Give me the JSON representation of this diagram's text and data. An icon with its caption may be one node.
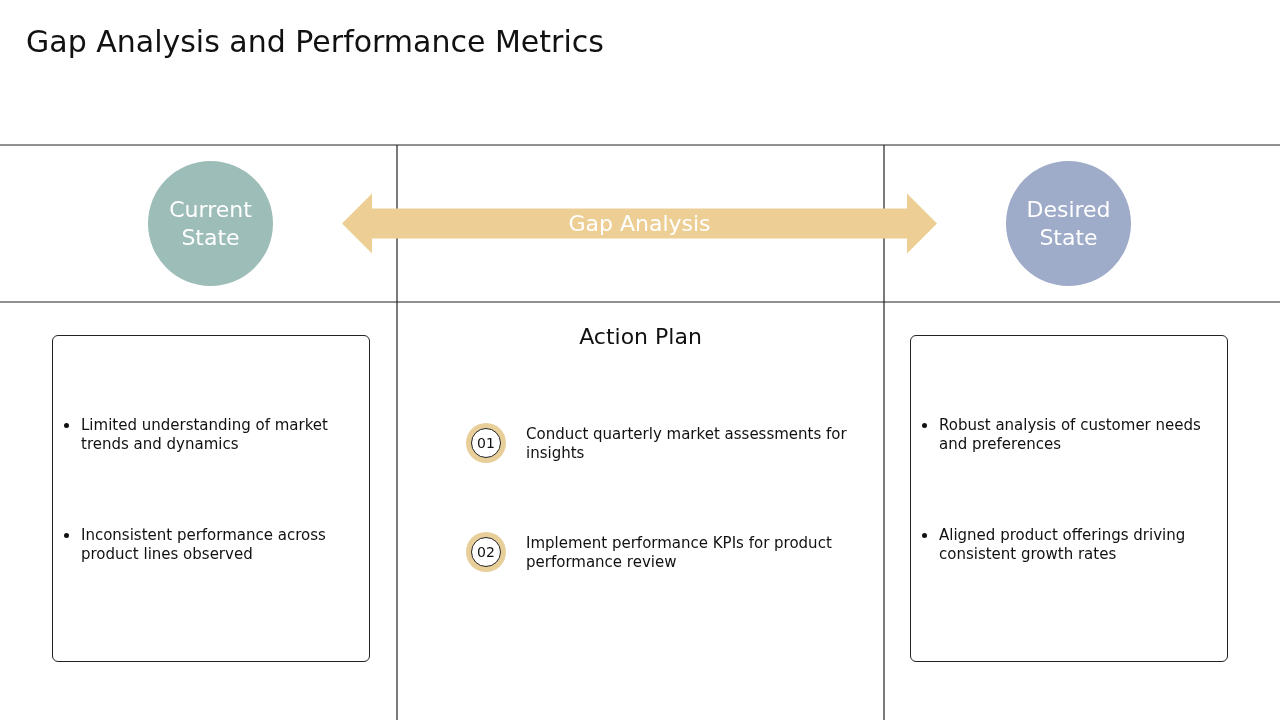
{
  "diagram": {
    "title": "Gap Analysis and Performance Metrics",
    "nodes": [
      {
        "text": [
          "Current State"
        ]
      },
      {
        "text": [
          "Desired State"
        ]
      },
      {
        "text": [
          "Limited understanding of market trends and dynamics",
          "Inconsistent performance across product lines observed"
        ]
      },
      {
        "text": [
          "Robust analysis of customer needs and preferences",
          "Aligned product offerings driving consistent growth rates"
        ]
      },
      {
        "text": [
          "01"
        ],
        "beside": [
          "Conduct quarterly market assessments for insights"
        ]
      },
      {
        "text": [
          "02"
        ],
        "beside": [
          "Implement performance KPIs for product performance review"
        ]
      }
    ],
    "edges": [
      {
        "from": 0,
        "to": 1,
        "arrow": "both",
        "label": "Gap Analysis"
      }
    ],
    "labels": [
      "Action Plan"
    ]
  }
}
